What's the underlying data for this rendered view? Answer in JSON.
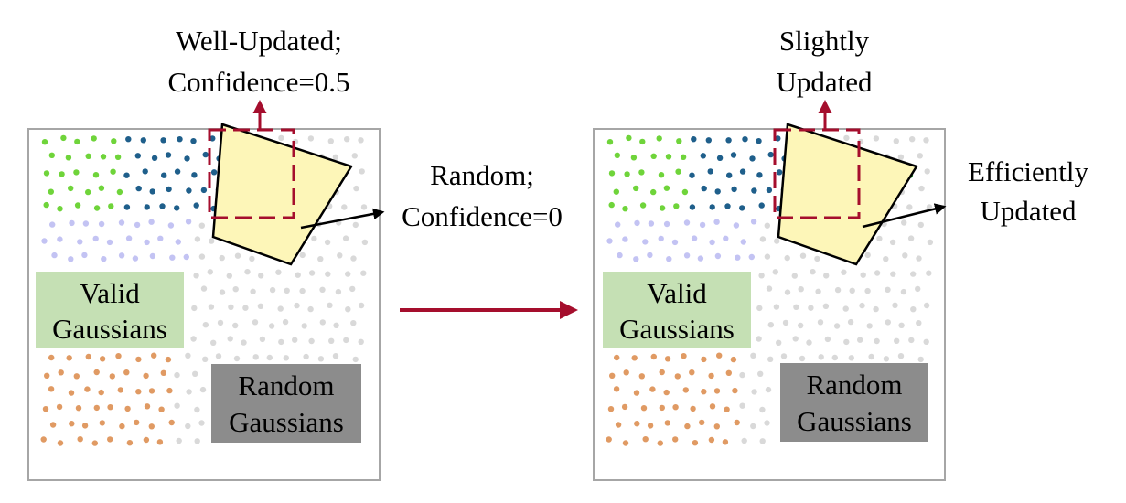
{
  "colors": {
    "panel_border": "#a6a6a6",
    "green_dots": "#6fd43a",
    "blue_dots": "#1f5f8b",
    "lavender_dots": "#c3c3f3",
    "orange_dots": "#e09a63",
    "gray_dots": "#d9d9d9",
    "dark_green_dots": "#2e9b3a",
    "region_fill": "#fdf6b8",
    "valid_box": "#c5e0b4",
    "random_box": "#8c8c8c",
    "accent_red": "#a50e2d",
    "pointer": "#000000"
  },
  "left_panel": {
    "top_label": [
      "Well-Updated;",
      "Confidence=0.5"
    ],
    "side_label": [
      "Random;",
      "Confidence=0"
    ],
    "valid_box": [
      "Valid",
      "Gaussians"
    ],
    "random_box": [
      "Random",
      "Gaussians"
    ]
  },
  "right_panel": {
    "top_label": [
      "Slightly",
      "Updated"
    ],
    "side_label": [
      "Efficiently",
      "Updated"
    ],
    "valid_box": [
      "Valid",
      "Gaussians"
    ],
    "random_box": [
      "Random",
      "Gaussians"
    ]
  },
  "icons": {
    "transition": "arrow-right-icon",
    "callout": "arrow-up-icon",
    "pointer": "arrow-pointer-icon"
  }
}
